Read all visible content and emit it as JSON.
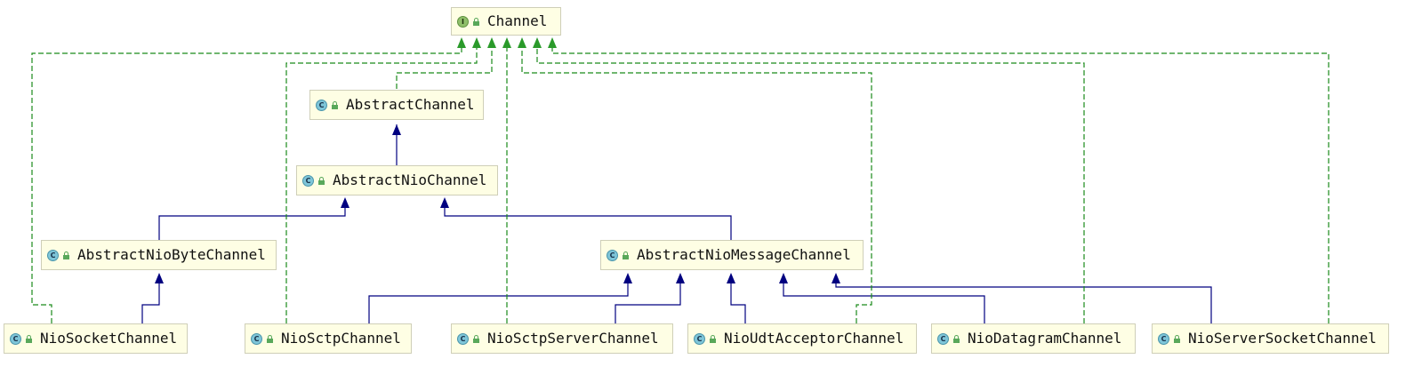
{
  "diagram": {
    "colors": {
      "node_bg": "#fefee4",
      "node_border": "#cfcfb8",
      "extends_line": "#000080",
      "implements_line": "#1a8a1a",
      "implements_arrow": "#2a9a2a"
    },
    "nodes": {
      "channel": {
        "label": "Channel",
        "kind": "interface",
        "icon": "interface-icon"
      },
      "abstract_channel": {
        "label": "AbstractChannel",
        "kind": "abstract-class",
        "icon": "abstract-class-icon"
      },
      "abstract_nio_channel": {
        "label": "AbstractNioChannel",
        "kind": "abstract-class",
        "icon": "abstract-class-icon"
      },
      "abstract_nio_byte_channel": {
        "label": "AbstractNioByteChannel",
        "kind": "abstract-class",
        "icon": "abstract-class-icon"
      },
      "abstract_nio_message_channel": {
        "label": "AbstractNioMessageChannel",
        "kind": "abstract-class",
        "icon": "abstract-class-icon"
      },
      "nio_socket_channel": {
        "label": "NioSocketChannel",
        "kind": "class",
        "icon": "class-icon"
      },
      "nio_sctp_channel": {
        "label": "NioSctpChannel",
        "kind": "class",
        "icon": "class-icon"
      },
      "nio_sctp_server_channel": {
        "label": "NioSctpServerChannel",
        "kind": "class",
        "icon": "class-icon"
      },
      "nio_udt_acceptor_channel": {
        "label": "NioUdtAcceptorChannel",
        "kind": "abstract-class",
        "icon": "abstract-class-icon"
      },
      "nio_datagram_channel": {
        "label": "NioDatagramChannel",
        "kind": "class",
        "icon": "class-icon"
      },
      "nio_server_socket_channel": {
        "label": "NioServerSocketChannel",
        "kind": "class",
        "icon": "class-icon"
      }
    },
    "edges": {
      "extends": [
        [
          "abstract_nio_channel",
          "abstract_channel"
        ],
        [
          "abstract_nio_byte_channel",
          "abstract_nio_channel"
        ],
        [
          "abstract_nio_message_channel",
          "abstract_nio_channel"
        ],
        [
          "nio_socket_channel",
          "abstract_nio_byte_channel"
        ],
        [
          "nio_sctp_channel",
          "abstract_nio_message_channel"
        ],
        [
          "nio_sctp_server_channel",
          "abstract_nio_message_channel"
        ],
        [
          "nio_udt_acceptor_channel",
          "abstract_nio_message_channel"
        ],
        [
          "nio_datagram_channel",
          "abstract_nio_message_channel"
        ],
        [
          "nio_server_socket_channel",
          "abstract_nio_message_channel"
        ]
      ],
      "implements": [
        [
          "nio_socket_channel",
          "channel"
        ],
        [
          "nio_sctp_channel",
          "channel"
        ],
        [
          "abstract_channel",
          "channel"
        ],
        [
          "nio_sctp_server_channel",
          "channel"
        ],
        [
          "nio_udt_acceptor_channel",
          "channel"
        ],
        [
          "nio_datagram_channel",
          "channel"
        ],
        [
          "nio_server_socket_channel",
          "channel"
        ]
      ]
    }
  }
}
